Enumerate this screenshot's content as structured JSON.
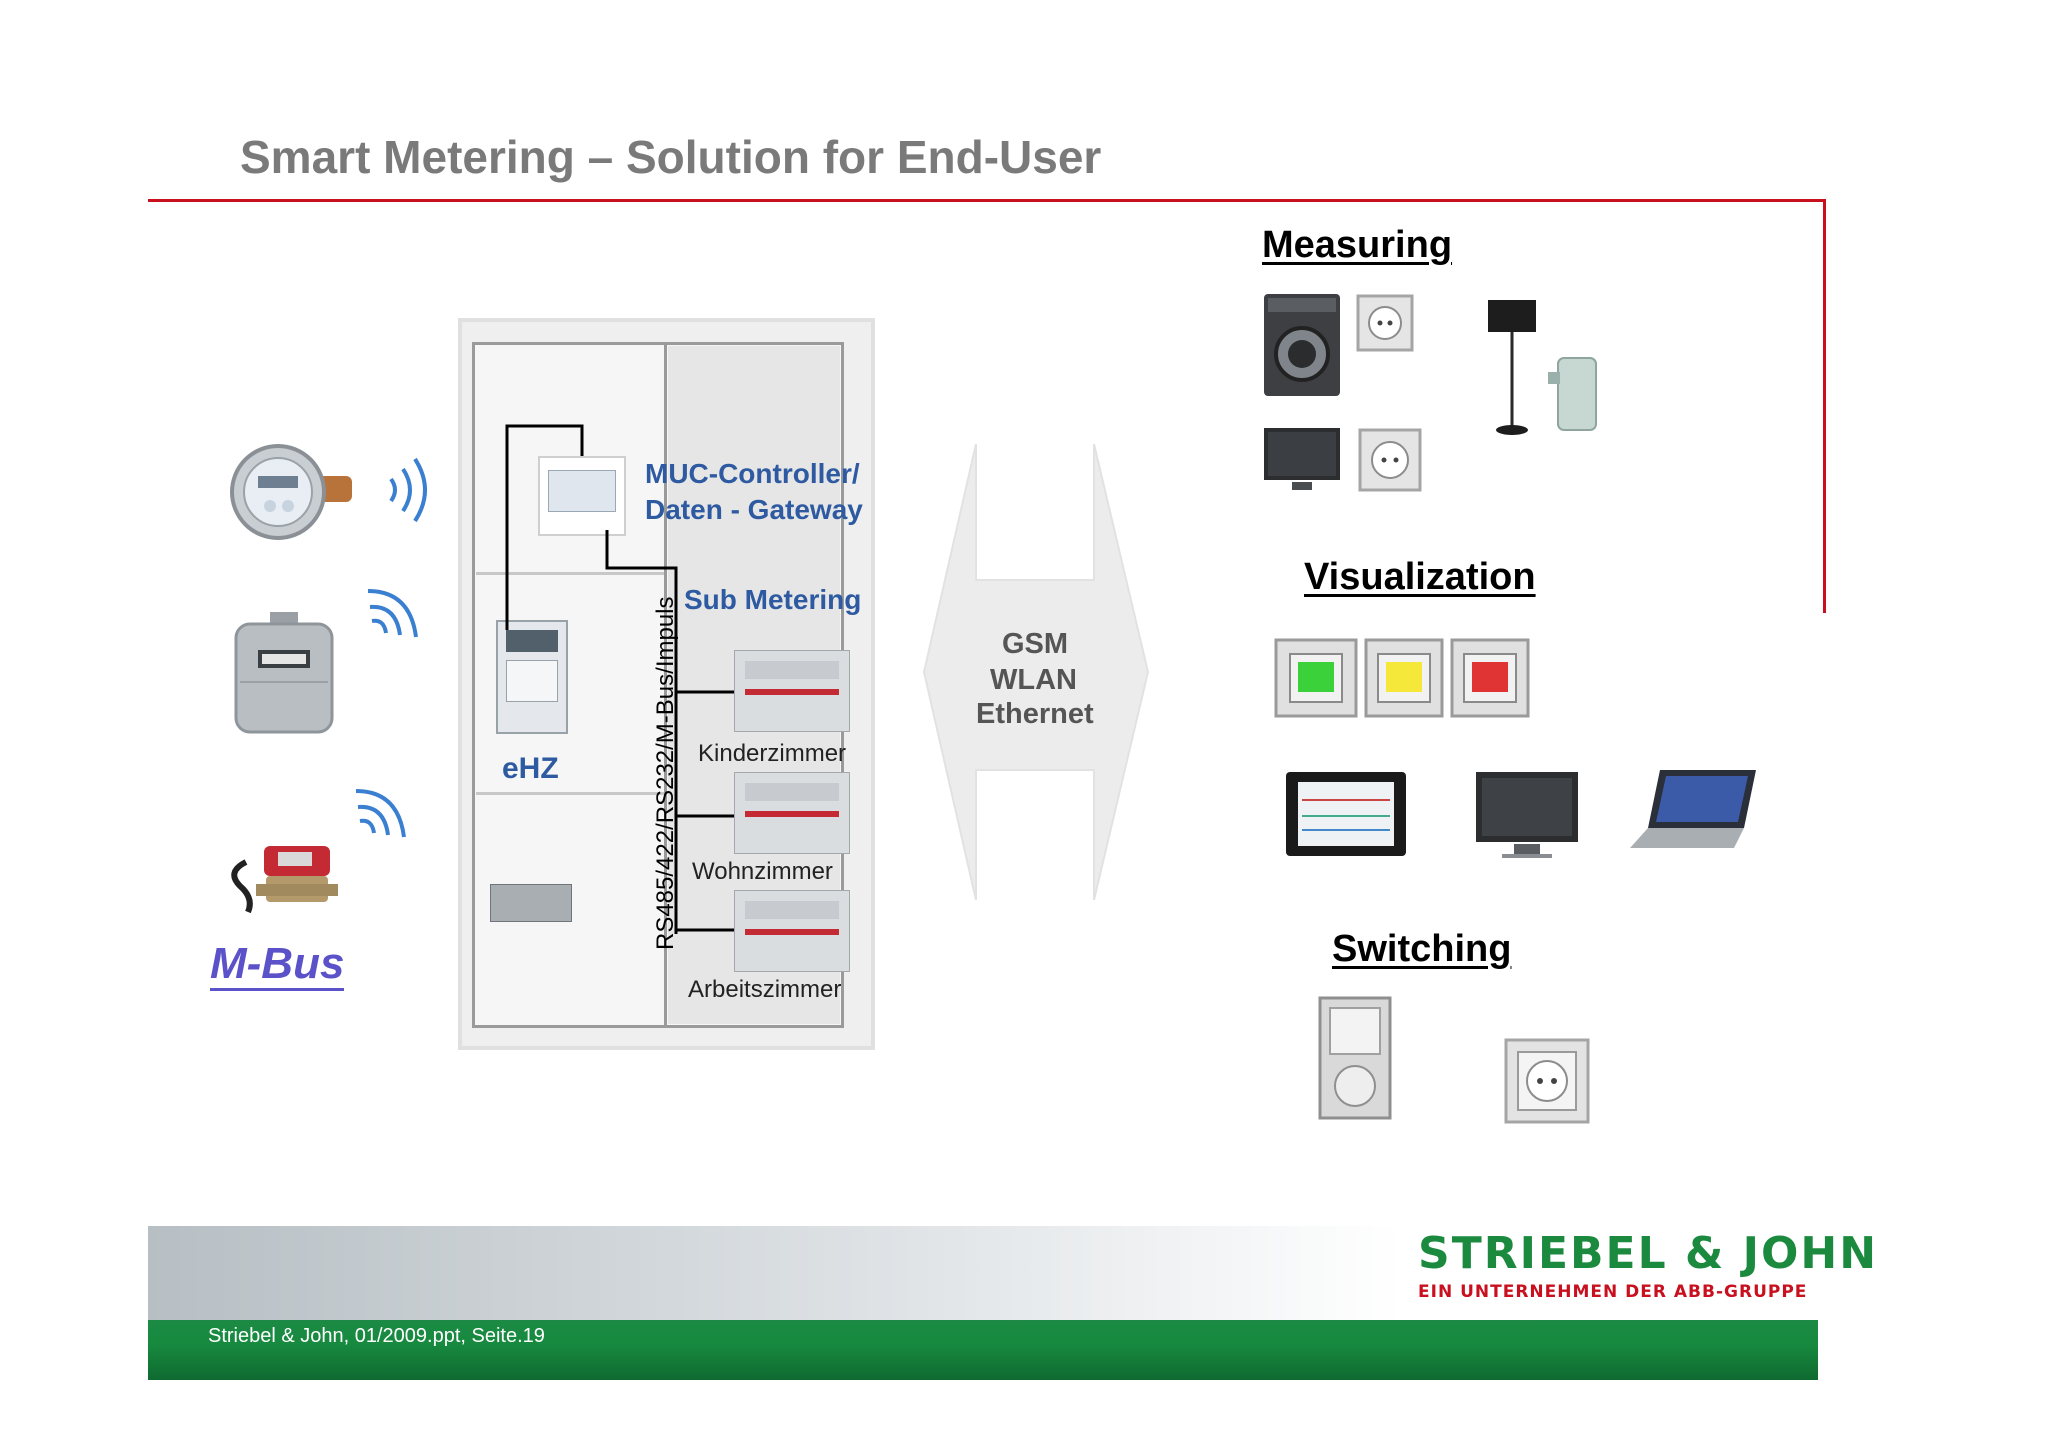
{
  "slide": {
    "title": "Smart Metering – Solution for End-User"
  },
  "left": {
    "mbus_logo": "M-Bus",
    "icons": [
      "water-meter-icon",
      "gas-meter-icon",
      "heat-meter-icon",
      "wireless-signal-icon"
    ]
  },
  "cabinet": {
    "muc_label_1": "MUC-Controller/",
    "muc_label_2": "Daten - Gateway",
    "sub_metering": "Sub Metering",
    "bus_label": "RS485/422/RS232/M-Bus/Impuls",
    "ehz": "eHZ",
    "rooms": [
      "Kinderzimmer",
      "Wohnzimmer",
      "Arbeitszimmer"
    ]
  },
  "arrow": {
    "lines": [
      "GSM",
      "WLAN",
      "Ethernet"
    ]
  },
  "right": {
    "measuring": "Measuring",
    "visualization": "Visualization",
    "switching": "Switching"
  },
  "footer": {
    "text": "Striebel & John, 01/2009.ppt, Seite.19",
    "brand": "STRIEBEL & JOHN",
    "brand_sub": "EIN UNTERNEHMEN DER ABB-GRUPPE"
  },
  "colors": {
    "accent_red": "#c8101e",
    "brand_green": "#1b8a3e",
    "label_blue": "#2d5aa0"
  }
}
